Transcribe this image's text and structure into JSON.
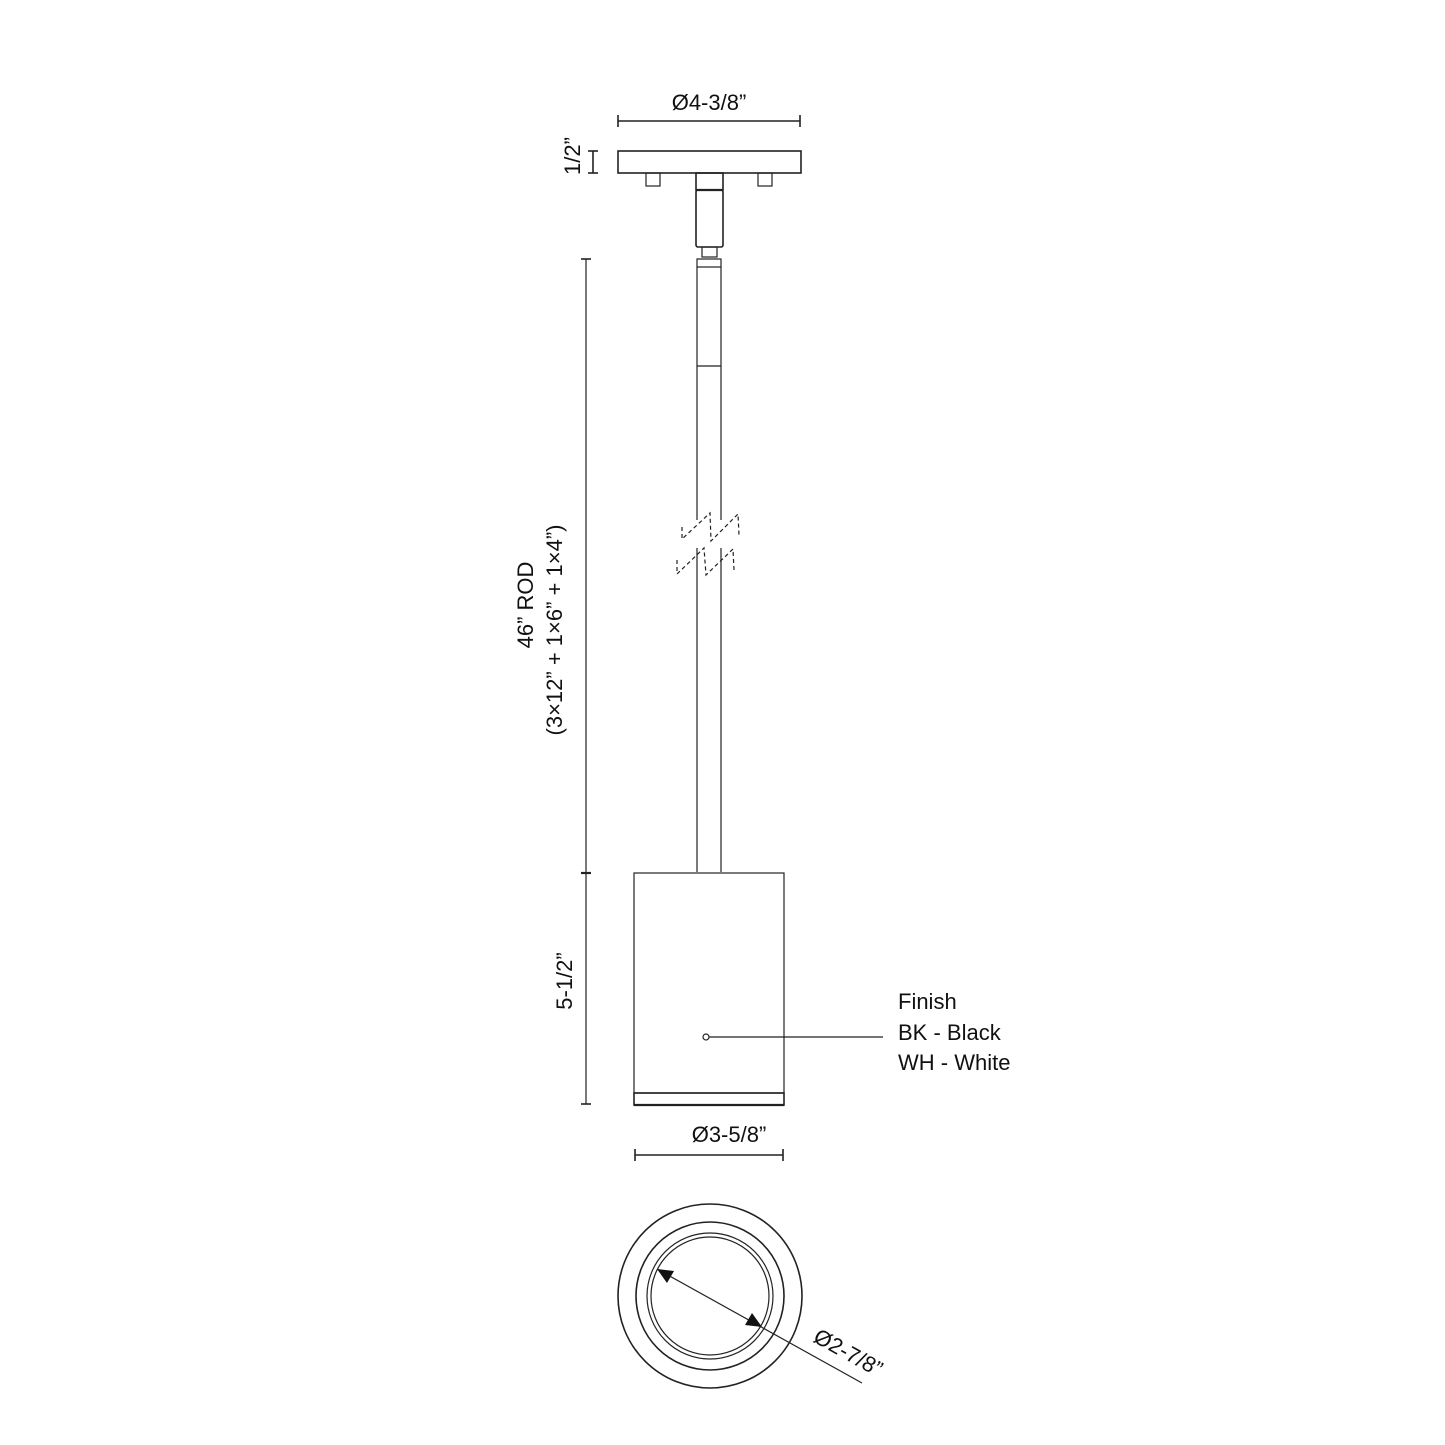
{
  "drawing": {
    "title": "Pendant light dimension drawing",
    "line_color": "#222222",
    "background": "#ffffff"
  },
  "canopy": {
    "diameter_label": "Ø4-3/8”",
    "height_label": "1/2”"
  },
  "rod": {
    "length_label": "46” ROD",
    "composition_label": "(3×12” + 1×6” + 1×4”)",
    "break_symbol": "zigzag-break"
  },
  "shade": {
    "height_label": "5-1/2”",
    "diameter_label": "Ø3-5/8”"
  },
  "finish_callout": {
    "title": "Finish",
    "options": [
      "BK - Black",
      "WH - White"
    ]
  },
  "bottom_view": {
    "aperture_label": "Ø2-7/8”"
  }
}
